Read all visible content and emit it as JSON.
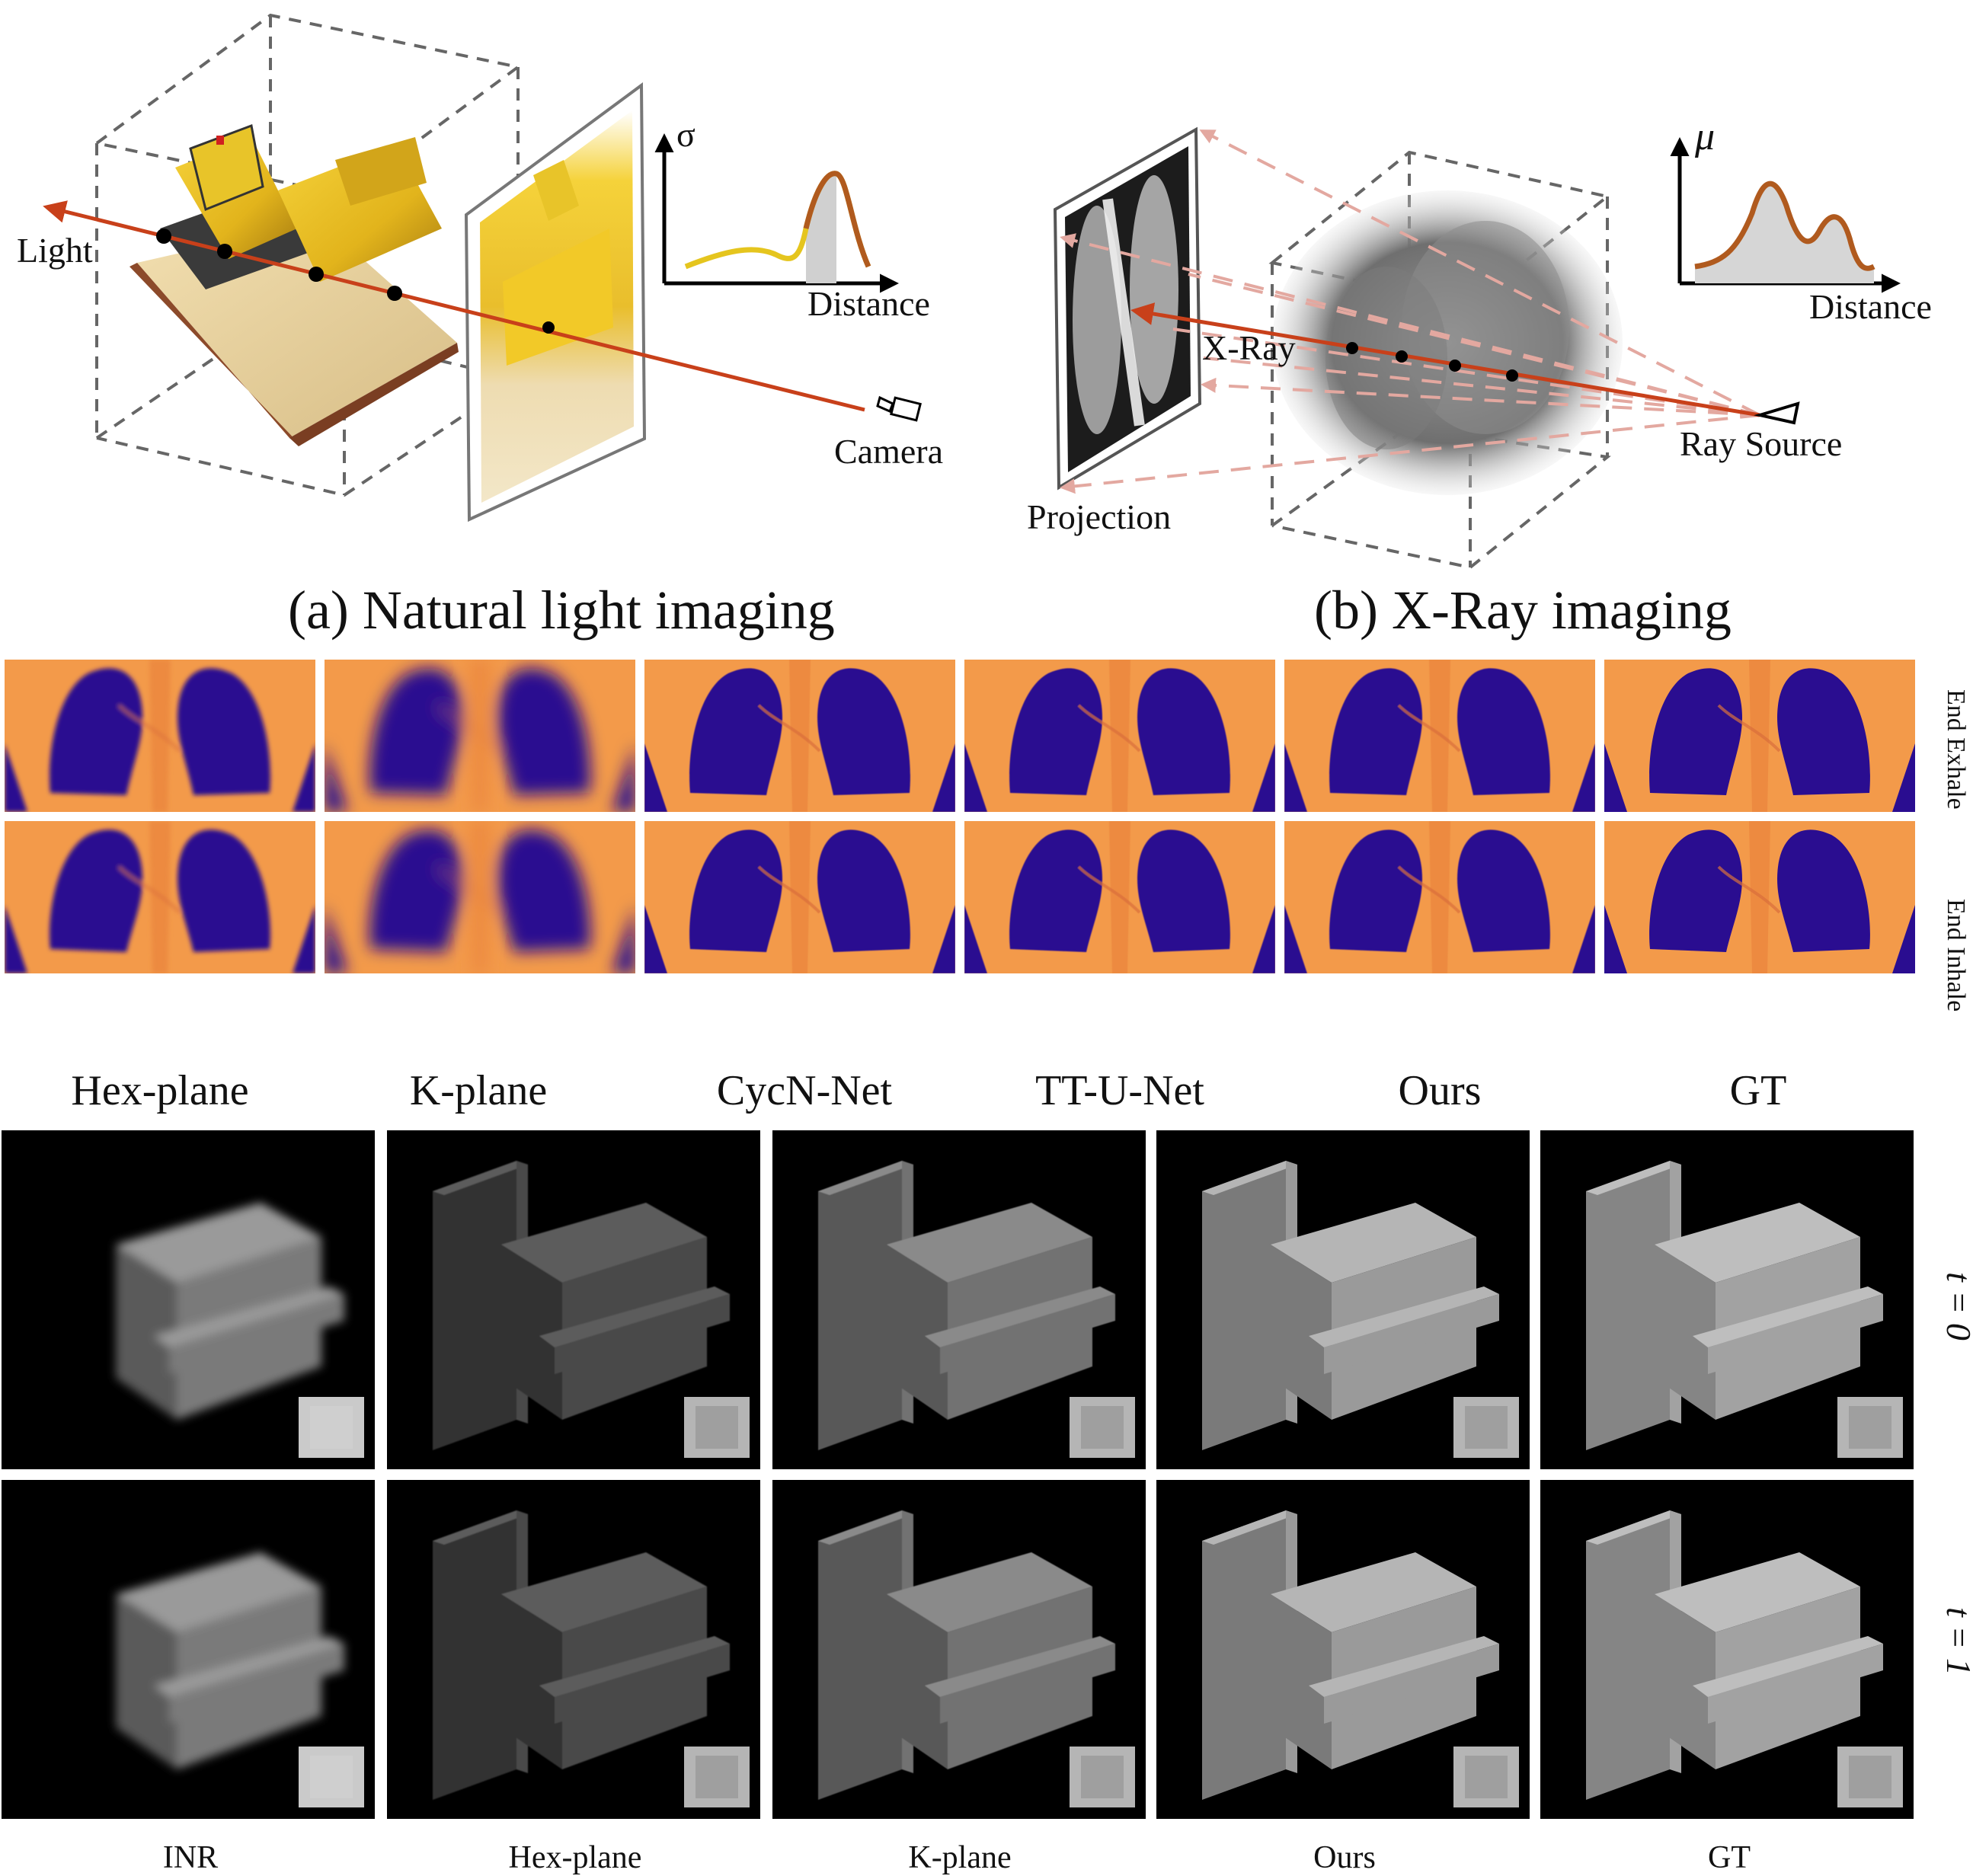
{
  "panel_a": {
    "caption": "(a) Natural light imaging",
    "light_label": "Light",
    "camera_label": "Camera",
    "plot_ylabel": "σ",
    "plot_xlabel": "Distance"
  },
  "panel_b": {
    "caption": "(b) X-Ray imaging",
    "xray_label": "X-Ray",
    "projection_label": "Projection",
    "ray_source_label": "Ray Source",
    "plot_ylabel": "μ",
    "plot_xlabel": "Distance"
  },
  "ct_grid": {
    "row_labels": [
      "End Exhale",
      "End Inhale"
    ],
    "method_labels": [
      "Hex-plane",
      "K-plane",
      "CycN-Net",
      "TT-U-Net",
      "Ours",
      "GT"
    ]
  },
  "volume_grid": {
    "row_labels": [
      "t = 0",
      "t = 1"
    ],
    "method_labels": [
      "INR",
      "Hex-plane",
      "K-plane",
      "Ours",
      "GT"
    ]
  },
  "colors": {
    "ray_red": "#c8401a",
    "dashed_pink": "#e3a8a0",
    "curve_orange": "#b05a1e",
    "ct_low": "#2a1190",
    "ct_high": "#f39a4a"
  }
}
